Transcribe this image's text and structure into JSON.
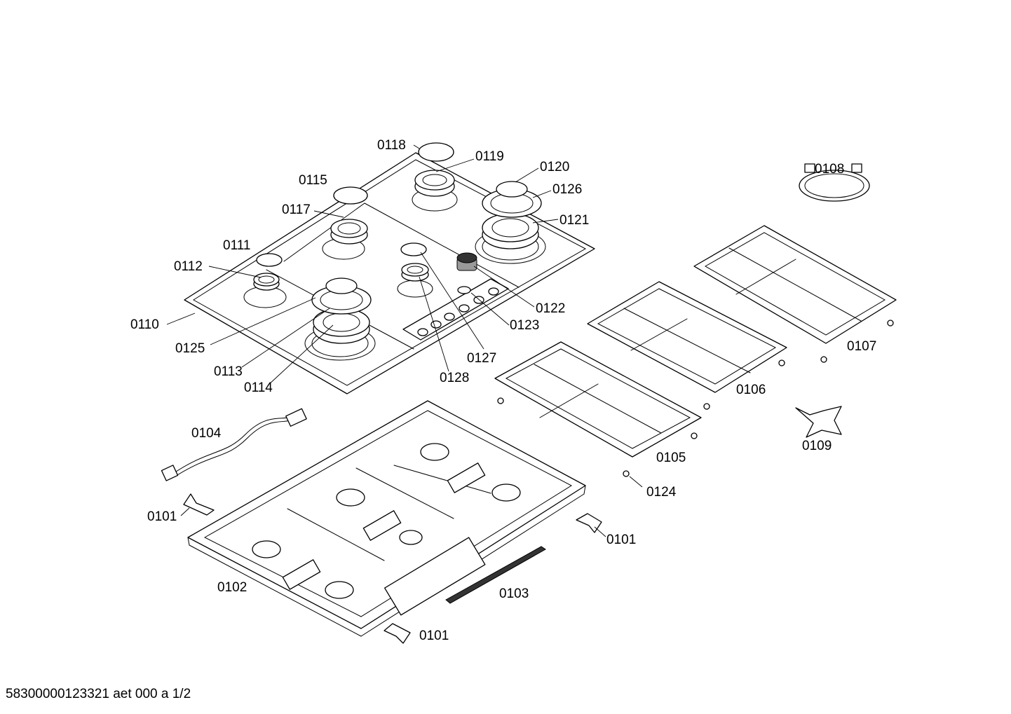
{
  "callouts": {
    "c0118": "0118",
    "c0119": "0119",
    "c0120": "0120",
    "c0126": "0126",
    "c0121": "0121",
    "c0115": "0115",
    "c0117": "0117",
    "c0111": "0111",
    "c0112": "0112",
    "c0110": "0110",
    "c0125": "0125",
    "c0113": "0113",
    "c0114": "0114",
    "c0128": "0128",
    "c0127": "0127",
    "c0122": "0122",
    "c0123": "0123",
    "c0108": "0108",
    "c0107": "0107",
    "c0106": "0106",
    "c0105": "0105",
    "c0109": "0109",
    "c0124": "0124",
    "c0104": "0104",
    "c0101a": "0101",
    "c0101b": "0101",
    "c0101c": "0101",
    "c0102": "0102",
    "c0103": "0103"
  },
  "footer": {
    "document_id": "58300000123321 aet 000 a 1/2"
  }
}
